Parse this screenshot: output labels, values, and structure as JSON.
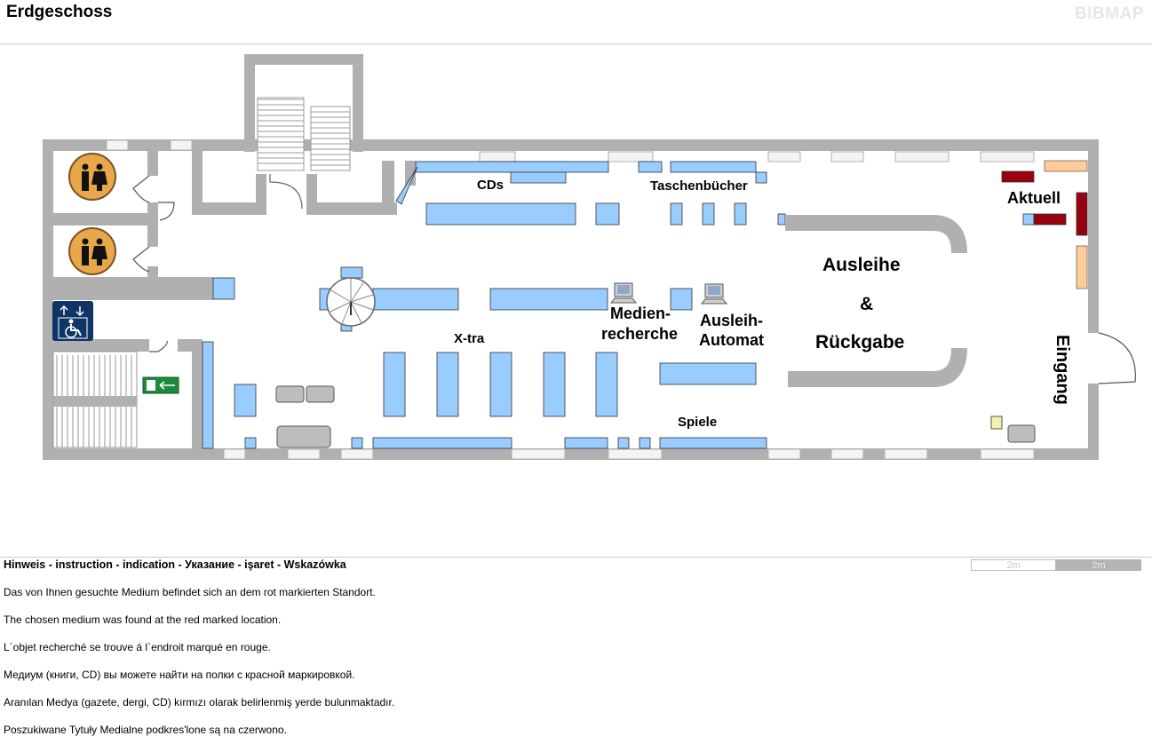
{
  "header": {
    "floor_title": "Erdgeschoss",
    "brand": "BIBMAP"
  },
  "map": {
    "labels": {
      "cds": "CDs",
      "taschenbuecher": "Taschenbücher",
      "aktuell": "Aktuell",
      "ausleihe": "Ausleihe",
      "ampersand": "&",
      "rueckgabe": "Rückgabe",
      "medien_1": "Medien-",
      "medien_2": "recherche",
      "automat_1": "Ausleih-",
      "automat_2": "Automat",
      "xtra": "X-tra",
      "spiele": "Spiele",
      "eingang": "Eingang"
    },
    "highlight_color": "#990010",
    "shelf_color": "#99ccff",
    "wall_color": "#b0b0b0",
    "icons": [
      "restroom-icon",
      "restroom-icon",
      "wheelchair-elevator-icon",
      "emergency-exit-icon",
      "computer-icon",
      "computer-icon",
      "sofa-icon",
      "armchair-icon",
      "spiral-staircase-icon"
    ]
  },
  "scale": {
    "left": "2m",
    "right": "2m"
  },
  "hints": {
    "heading": "Hinweis - instruction - indication - Указание - işaret - Wskazówka",
    "lines": [
      "Das von Ihnen gesuchte Medium befindet sich an dem rot markierten Standort.",
      "The chosen medium was found at the red marked location.",
      "L`objet recherché se trouve á l`endroit marqué en rouge.",
      "Медиум (книги, CD) вы можете найти на полки с красной маркировкой.",
      "Aranılan Medya (gazete, dergi, CD) kırmızı olarak belirlenmiş yerde bulunmaktadır.",
      "Poszukiwane Tytuły Medialne podkres'lone są na czerwono."
    ]
  }
}
